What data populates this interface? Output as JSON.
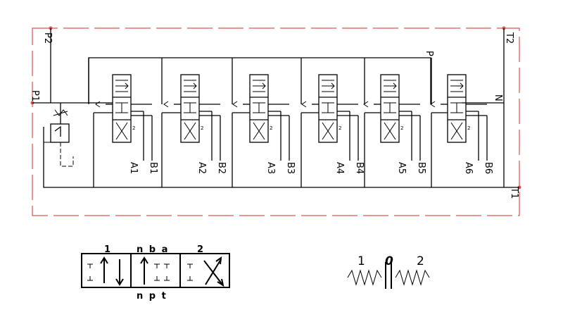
{
  "frame_color": "#d9534f",
  "ports": {
    "p1": "P1",
    "p2": "P2",
    "t1": "T1",
    "t2": "T2",
    "p": "P",
    "n": "N"
  },
  "sections": [
    {
      "a": "A1",
      "b": "B1",
      "pos2": "2"
    },
    {
      "a": "A2",
      "b": "B2",
      "pos2": "2"
    },
    {
      "a": "A3",
      "b": "B3",
      "pos2": "2"
    },
    {
      "a": "A4",
      "b": "B4",
      "pos2": "2"
    },
    {
      "a": "A5",
      "b": "B5",
      "pos2": "2"
    },
    {
      "a": "A6",
      "b": "B6",
      "pos2": "2"
    }
  ],
  "detail": {
    "pos1": "1",
    "top_ports": "n b a",
    "pos2": "2",
    "bottom_ports": "n p t"
  },
  "spring": {
    "left": "1",
    "center": "0",
    "right": "2"
  }
}
